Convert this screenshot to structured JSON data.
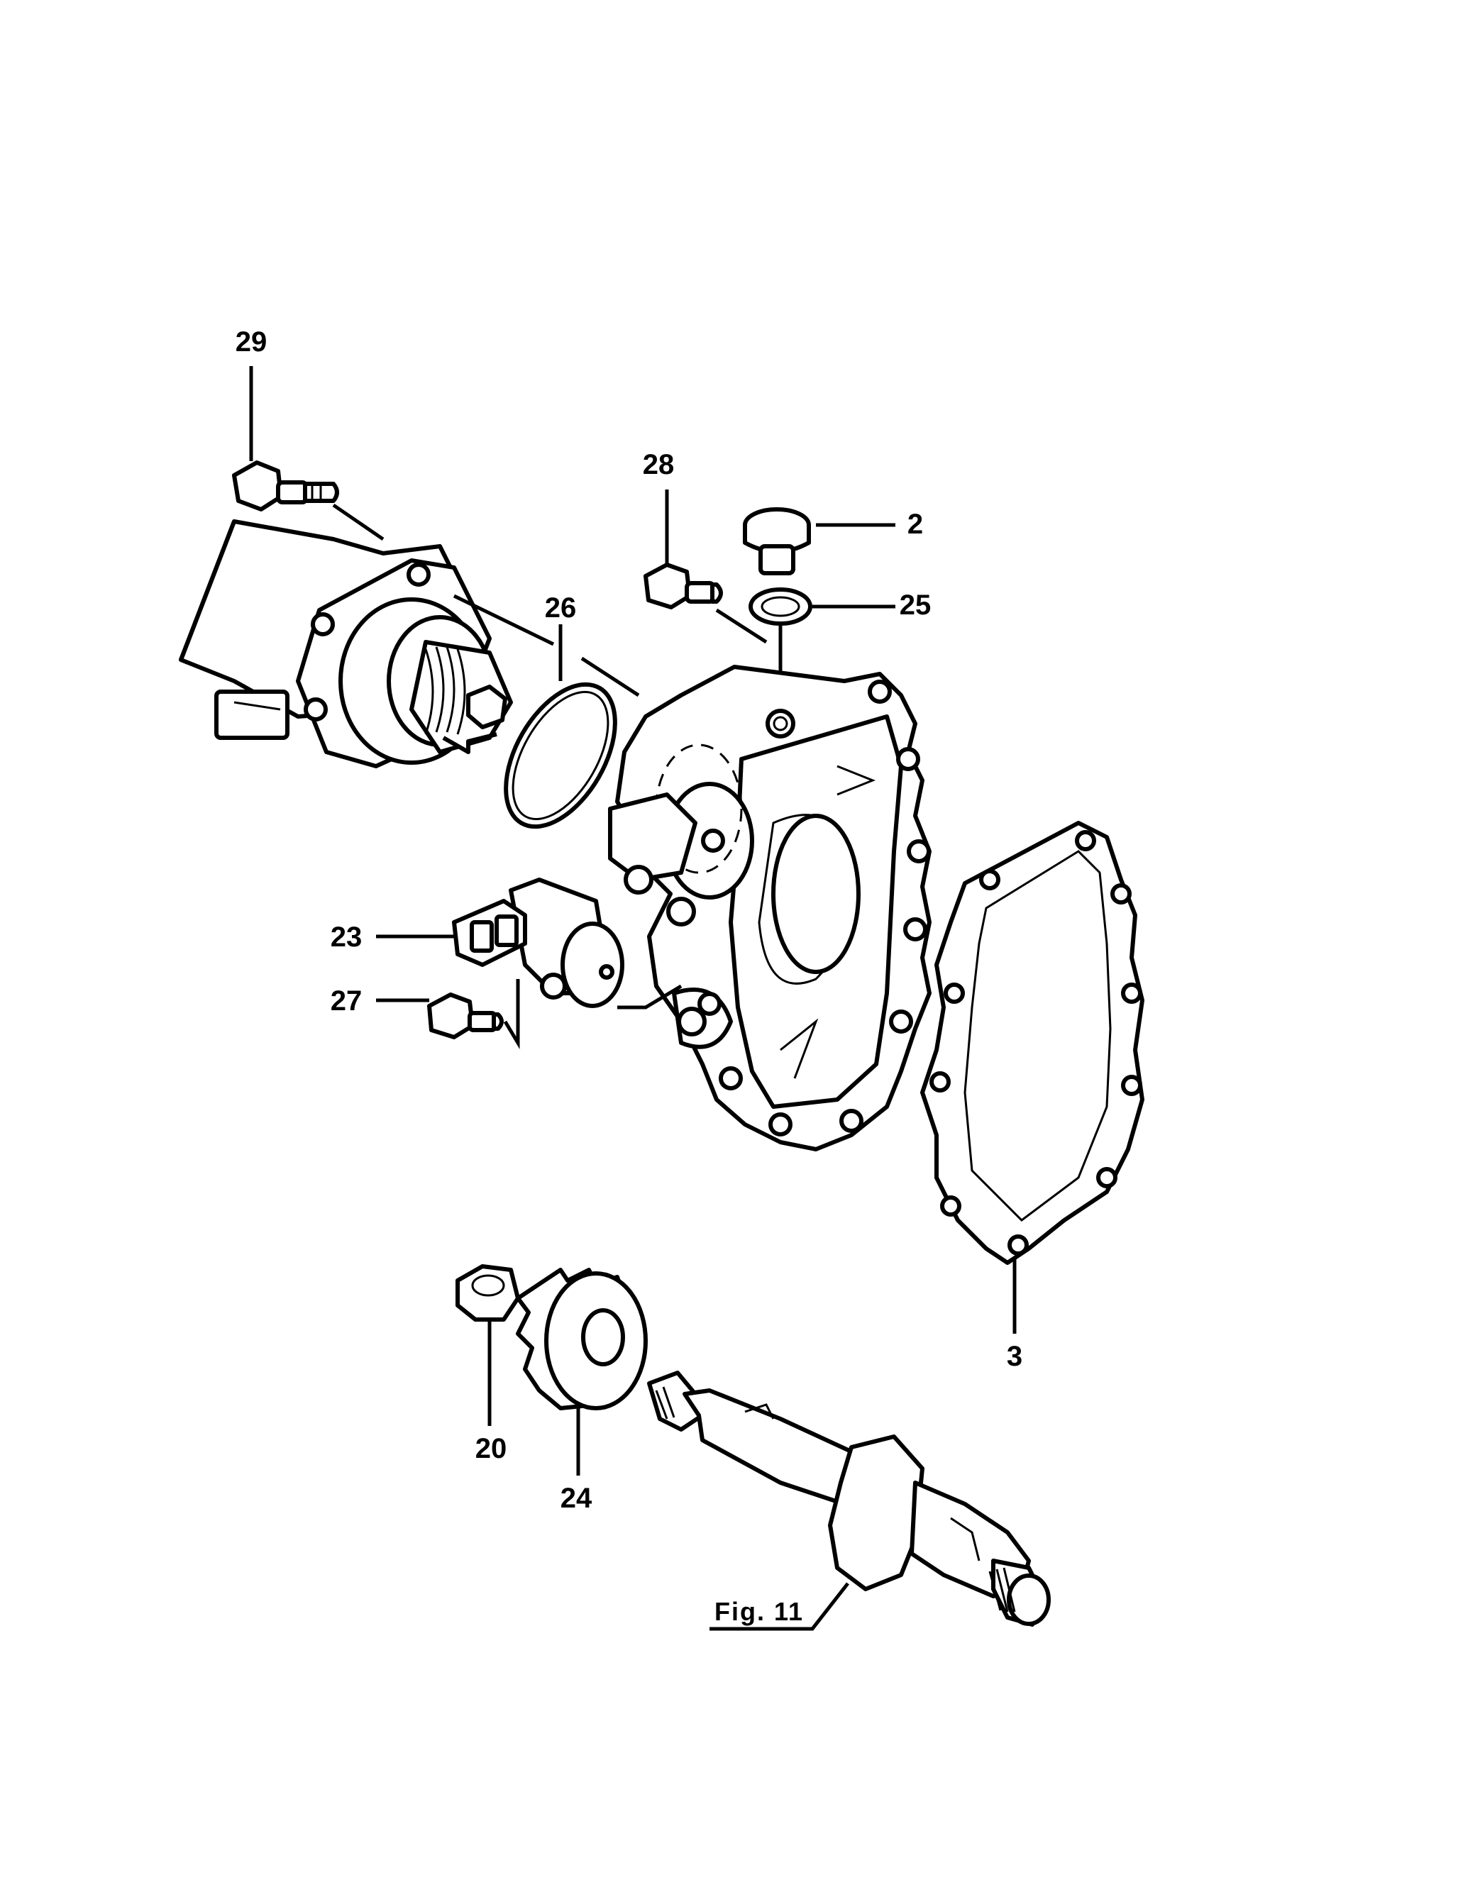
{
  "diagram": {
    "callouts": [
      {
        "id": "29",
        "text": "29"
      },
      {
        "id": "28",
        "text": "28"
      },
      {
        "id": "2",
        "text": "2"
      },
      {
        "id": "25",
        "text": "25"
      },
      {
        "id": "26",
        "text": "26"
      },
      {
        "id": "23",
        "text": "23"
      },
      {
        "id": "27",
        "text": "27"
      },
      {
        "id": "3",
        "text": "3"
      },
      {
        "id": "20",
        "text": "20"
      },
      {
        "id": "24",
        "text": "24"
      }
    ],
    "figure_reference": "Fig. 11"
  }
}
